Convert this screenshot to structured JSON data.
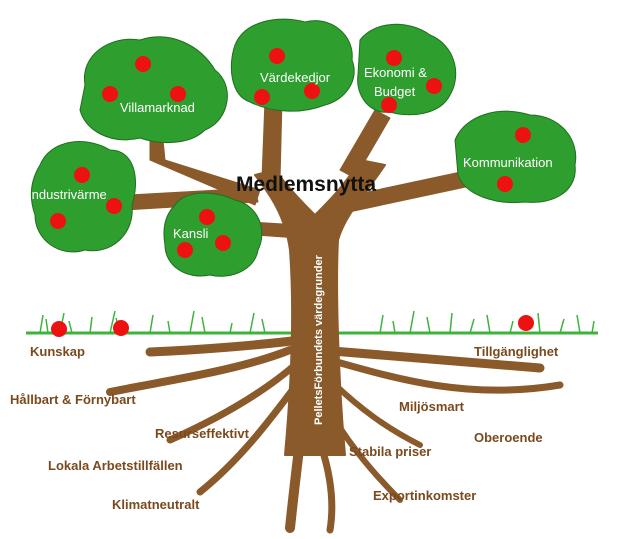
{
  "title": "Medlemsnytta",
  "trunk_text": "PelletsFörbundets värdegrunder",
  "branches": {
    "villamarknad": "Villamarknad",
    "vardekedjor": "Värdekedjor",
    "ekonomi_line1": "Ekonomi &",
    "ekonomi_line2": "Budget",
    "kommunikation": "Kommunikation",
    "industrivarme": "Industrivärme",
    "kansli": "Kansli"
  },
  "roots": {
    "kunskap": "Kunskap",
    "hallbart": "Hållbart & Förnybart",
    "resurseffektivt": "Resurseffektivt",
    "lokala": "Lokala Arbetstillfällen",
    "klimatneutralt": "Klimatneutralt",
    "tillganglighet": "Tillgänglighet",
    "miljosmart": "Miljösmart",
    "oberoende": "Oberoende",
    "stabila": "Stabila priser",
    "exportinkomster": "Exportinkomster"
  },
  "colors": {
    "foliage": "#2e9e2e",
    "foliage_edge": "#1f6e1f",
    "bark": "#8a5a2b",
    "apple": "#ee1111",
    "grass": "#3cb43c",
    "root_text": "#7a4a1e"
  }
}
